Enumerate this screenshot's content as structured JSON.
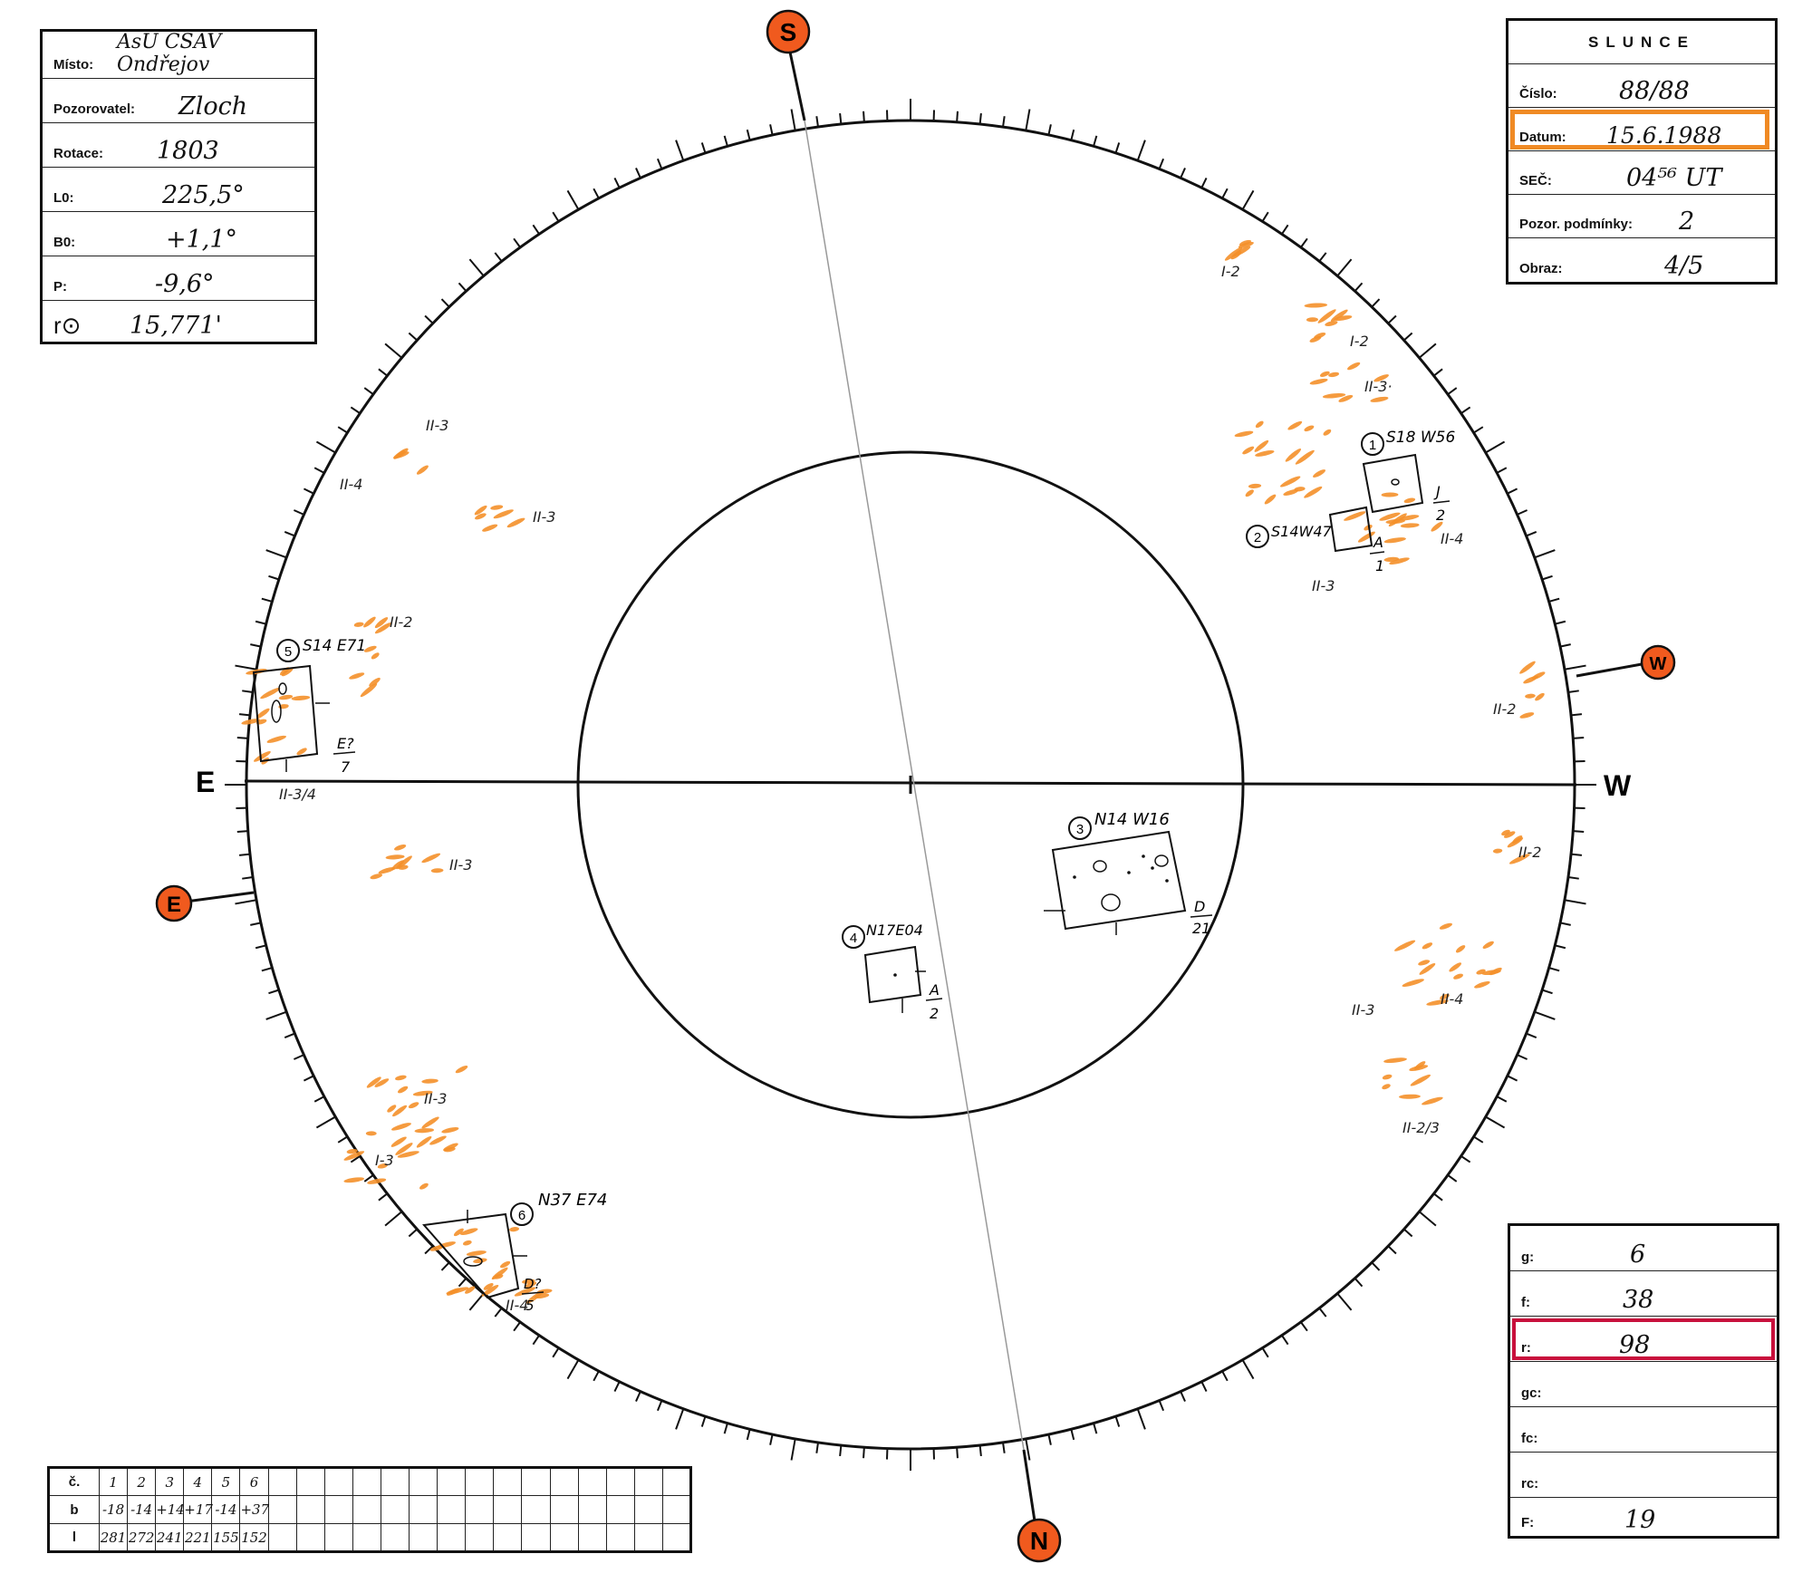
{
  "header_box": {
    "rows": [
      {
        "label": "Místo:",
        "value": "AsÚ ČSAV Ondřejov"
      },
      {
        "label": "Pozorovatel:",
        "value": "Zloch"
      },
      {
        "label": "Rotace:",
        "value": "1803"
      },
      {
        "label": "L0:",
        "value": "225,5°"
      },
      {
        "label": "B0:",
        "value": "+1,1°"
      },
      {
        "label": "P:",
        "value": "-9,6°"
      },
      {
        "label": "r⊙",
        "value": "15,771'"
      }
    ]
  },
  "slunce_box": {
    "title": "SLUNCE",
    "rows": [
      {
        "label": "Číslo:",
        "value": "88/88"
      },
      {
        "label": "Datum:",
        "value": "15.6.1988"
      },
      {
        "label": "SEČ:",
        "value": "04⁵⁶ UT"
      },
      {
        "label": "Pozor. podmínky:",
        "value": "2"
      },
      {
        "label": "Obraz:",
        "value": "4/5"
      }
    ],
    "highlight_color": "#f08a24"
  },
  "counts_box": {
    "rows": [
      {
        "label": "g:",
        "value": "6"
      },
      {
        "label": "f:",
        "value": "38"
      },
      {
        "label": "r:",
        "value": "98"
      },
      {
        "label": "gc:",
        "value": ""
      },
      {
        "label": "fc:",
        "value": ""
      },
      {
        "label": "rc:",
        "value": ""
      },
      {
        "label": "F:",
        "value": "19"
      }
    ],
    "highlight_color": "#c8103c"
  },
  "group_table": {
    "row_labels": [
      "č.",
      "b",
      "l"
    ],
    "numbers": [
      "1",
      "2",
      "3",
      "4",
      "5",
      "6"
    ],
    "b": [
      "-18",
      "-14",
      "+14",
      "+17",
      "-14",
      "+37"
    ],
    "l": [
      "281",
      "272",
      "241",
      "221",
      "155",
      "152"
    ]
  },
  "disk": {
    "directions": {
      "east": "E",
      "west": "W"
    },
    "markers": {
      "south": "S",
      "north": "N",
      "west": "W",
      "east": "E"
    },
    "marker_color": "#f05a1e",
    "facula_color": "#f4902a",
    "groups": [
      {
        "id": "1",
        "coords": "S18 W56",
        "class_top": "J",
        "class_bottom": "2"
      },
      {
        "id": "2",
        "coords": "S14W47",
        "class_top": "A",
        "class_bottom": "1"
      },
      {
        "id": "3",
        "coords": "N14 W16",
        "class_top": "D",
        "class_bottom": "21"
      },
      {
        "id": "4",
        "coords": "N17E04",
        "class_top": "A",
        "class_bottom": "2"
      },
      {
        "id": "5",
        "coords": "S14 E71",
        "class_top": "E?",
        "class_bottom": "7"
      },
      {
        "id": "6",
        "coords": "N37 E74",
        "class_top": "D?",
        "class_bottom": "5"
      }
    ],
    "faculae_labels": [
      "I-2",
      "I-2",
      "II-3·",
      "II-4",
      "II-3",
      "II-2",
      "II-2",
      "II-4",
      "II-3",
      "II-2/3",
      "II-3",
      "II-4",
      "II-3",
      "II-2",
      "II-3/4",
      "II-3",
      "II-3",
      "I-3",
      "II-4"
    ]
  }
}
